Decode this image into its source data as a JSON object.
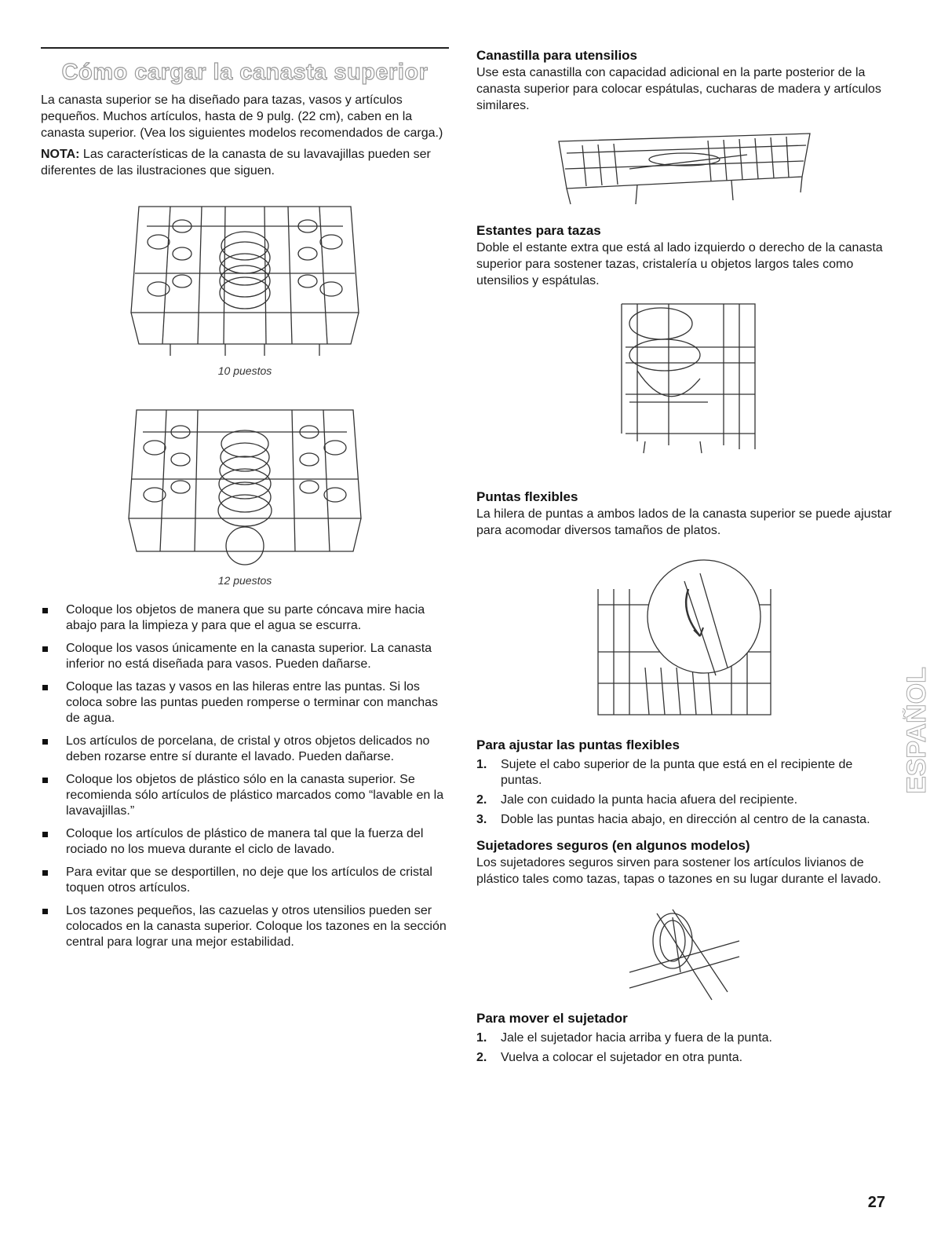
{
  "left": {
    "title": "Cómo cargar la canasta superior",
    "intro": "La canasta superior se ha diseñado para tazas, vasos y artículos pequeños. Muchos artículos, hasta de 9 pulg. (22 cm), caben en la canasta superior. (Vea los siguientes modelos recomendados de carga.)",
    "note_label": "NOTA:",
    "note_text": " Las características de la canasta de su lavavajillas pueden ser diferentes de las ilustraciones que siguen.",
    "figure1_caption": "10 puestos",
    "figure2_caption": "12 puestos",
    "bullets": [
      "Coloque los objetos de manera que su parte cóncava mire hacia abajo para la limpieza y para que el agua se escurra.",
      "Coloque los vasos únicamente en la canasta superior. La canasta inferior no está diseñada para vasos. Pueden dañarse.",
      "Coloque las tazas y vasos en las hileras entre las puntas. Si los coloca sobre las puntas pueden romperse o terminar con manchas de agua.",
      "Los artículos de porcelana, de cristal y otros objetos delicados no deben rozarse entre sí durante el lavado. Pueden dañarse.",
      "Coloque los objetos de plástico sólo en la canasta superior. Se recomienda sólo artículos de plástico marcados como “lavable en la lavavajillas.”",
      "Coloque los artículos de plástico de manera tal que la fuerza del rociado no los mueva durante el ciclo de lavado.",
      "Para evitar que se desportillen, no deje que los artículos de cristal toquen otros artículos.",
      "Los tazones pequeños, las cazuelas y otros utensilios pueden ser colocados en la canasta superior. Coloque los tazones en la sección central para lograr una mejor estabilidad."
    ]
  },
  "right": {
    "s1_heading": "Canastilla para utensilios",
    "s1_text": "Use esta canastilla con capacidad adicional en la parte posterior de la canasta superior para colocar espátulas, cucharas de madera y artículos similares.",
    "s2_heading": "Estantes para tazas",
    "s2_text": "Doble el estante extra que está al lado izquierdo o derecho de la canasta superior para sostener tazas, cristalería u objetos largos tales como utensilios y espátulas.",
    "s3_heading": "Puntas flexibles",
    "s3_text": "La hilera de puntas a ambos lados de la canasta superior se puede ajustar para acomodar diversos tamaños de platos.",
    "s4_heading": "Para ajustar las puntas flexibles",
    "s4_steps": [
      "Sujete el cabo superior de la punta que está en el recipiente de puntas.",
      "Jale con cuidado la punta hacia afuera del recipiente.",
      "Doble las puntas hacia abajo, en dirección al centro de la canasta."
    ],
    "s5_heading": "Sujetadores seguros (en algunos modelos)",
    "s5_text": "Los sujetadores seguros sirven para sostener los artículos livianos de plástico tales como tazas, tapas o tazones en su lugar durante el lavado.",
    "s6_heading": "Para mover el sujetador",
    "s6_steps": [
      "Jale el sujetador hacia arriba y fuera de la punta.",
      "Vuelva a colocar el sujetador en otra punta."
    ]
  },
  "page_number": "27",
  "side_tab_text": "ESPAÑOL"
}
